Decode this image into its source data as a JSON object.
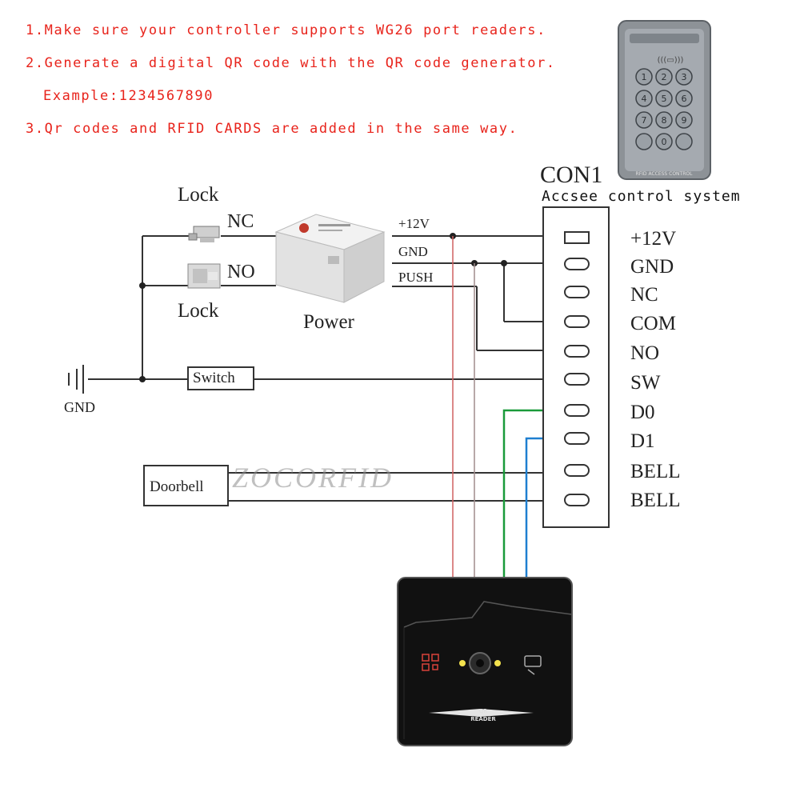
{
  "instructions": [
    "1.Make sure your controller supports WG26 port readers.",
    "2.Generate a digital QR code with the QR code generator.",
    "Example:1234567890",
    "3.Qr codes and RFID CARDS are added in the same way."
  ],
  "connector": {
    "title": "CON1",
    "subtitle": "Accsee control system",
    "pins": [
      "+12V",
      "GND",
      "NC",
      "COM",
      "NO",
      "SW",
      "D0",
      "D1",
      "BELL",
      "BELL"
    ]
  },
  "wires": {
    "v12": "+12V",
    "gnd": "GND",
    "push": "PUSH"
  },
  "labels": {
    "lock_top": "Lock",
    "lock_bottom": "Lock",
    "nc": "NC",
    "no": "NO",
    "power": "Power",
    "ground": "GND",
    "switch": "Switch",
    "doorbell": "Doorbell",
    "watermark": "ZOCORFID"
  },
  "keypad": {
    "keys": [
      "1",
      "2",
      "3",
      "4",
      "5",
      "6",
      "7",
      "8",
      "9",
      "",
      "0",
      ""
    ],
    "footer": "RFID ACCESS CONTROL"
  },
  "reader": {
    "line1": "QR",
    "line2": "READER"
  },
  "colors": {
    "note": "#e8231b",
    "d0_wire": "#1a9a3a",
    "d1_wire": "#1e7fd0",
    "red_wire": "#d06060",
    "gray_wire": "#a08c8c"
  }
}
